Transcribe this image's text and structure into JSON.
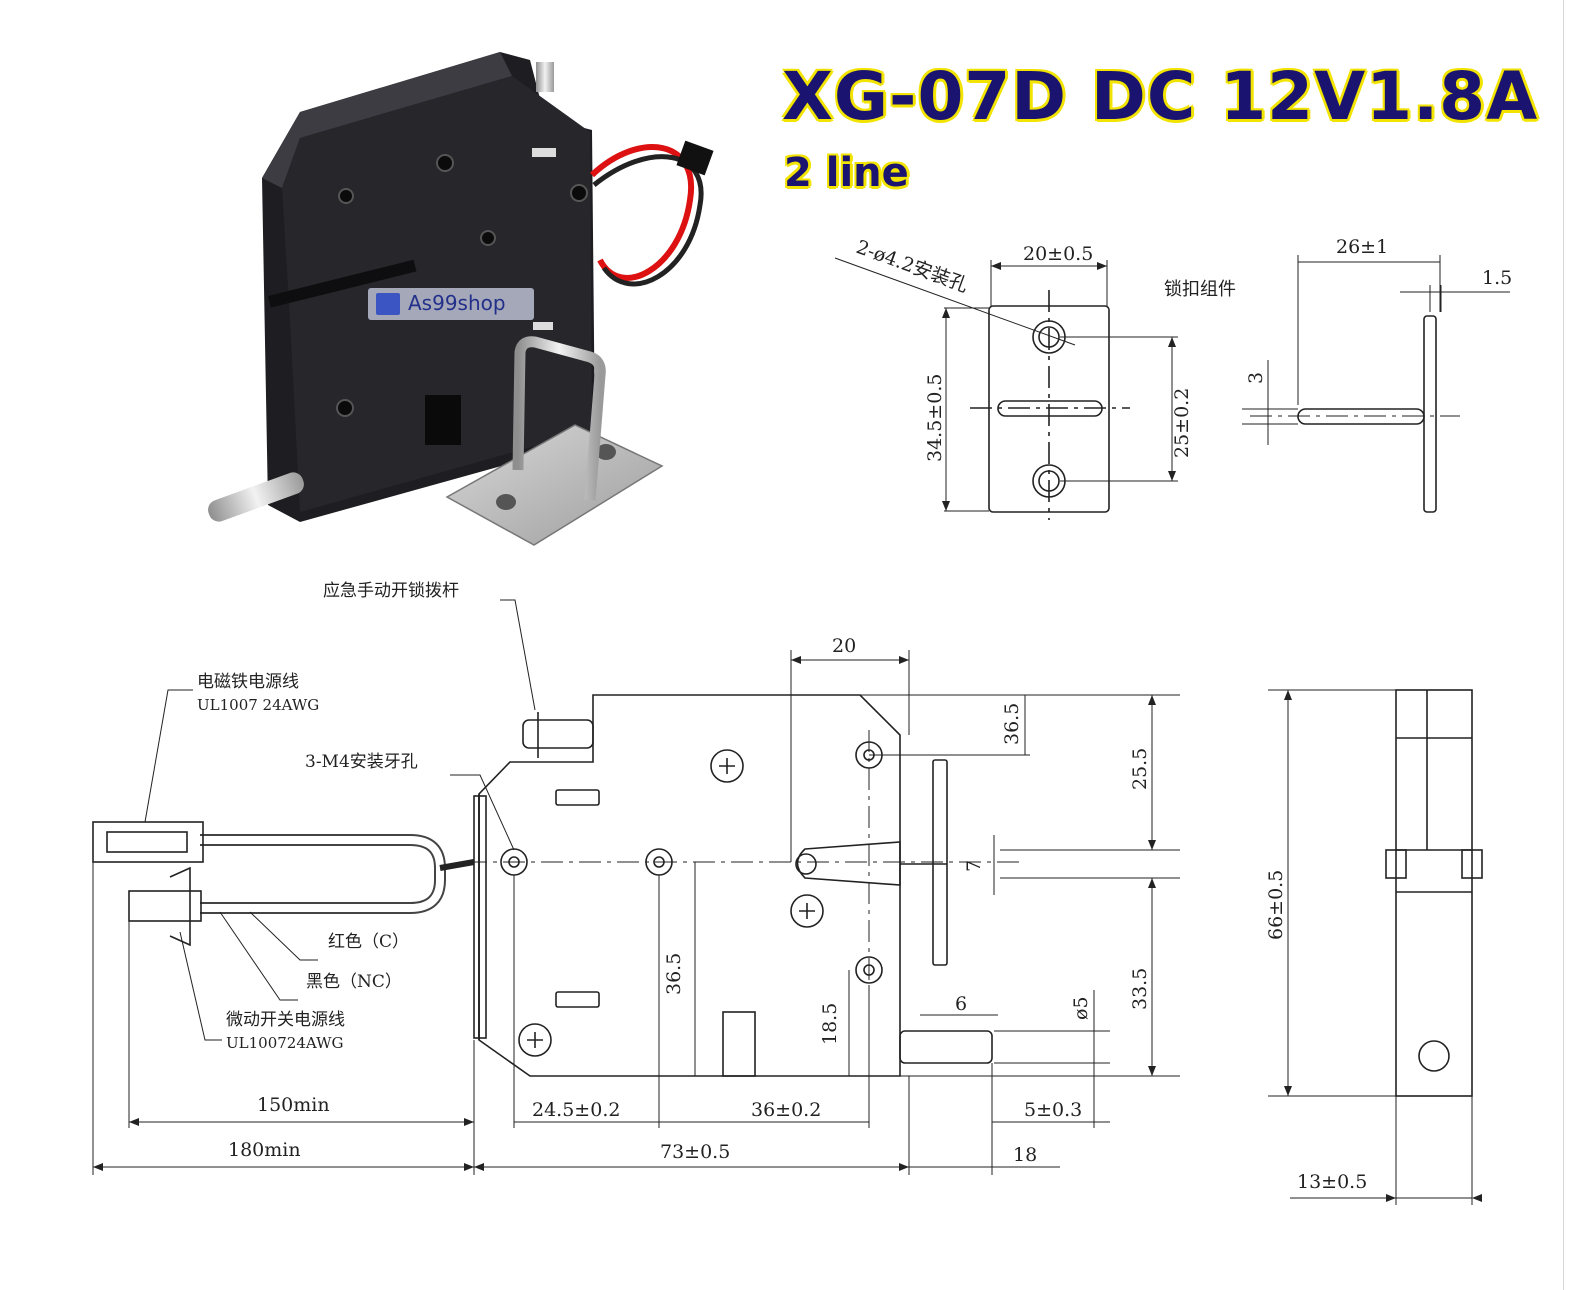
{
  "title": "XG-07D DC 12V1.8A",
  "subtitle": "2 line",
  "watermark": "As99shop",
  "bracket_drawing": {
    "hole_spec": "2-ø4.2安装孔",
    "width": "20±0.5",
    "height": "34.5±0.5",
    "hole_spacing": "25±0.2",
    "assembly_label": "锁扣组件",
    "side_width": "26±1",
    "plate_thickness": "1.5",
    "pin_diameter": "3"
  },
  "main_drawing": {
    "emergency_lever": "应急手动开锁拨杆",
    "magnet_wire": "电磁铁电源线",
    "magnet_wire_spec": "UL1007 24AWG",
    "thread_holes": "3-M4安装牙孔",
    "red_wire": "红色（C）",
    "black_wire": "黑色（NC）",
    "switch_wire": "微动开关电源线",
    "switch_wire_spec": "UL100724AWG",
    "dim_20": "20",
    "dim_36_5_top": "36.5",
    "dim_25_5": "25.5",
    "dim_7": "7",
    "dim_33_5": "33.5",
    "dim_36_5_mid": "36.5",
    "dim_18_5": "18.5",
    "dim_6": "6",
    "dim_phi5": "ø5",
    "dim_150": "150min",
    "dim_180": "180min",
    "dim_24_5": "24.5±0.2",
    "dim_36": "36±0.2",
    "dim_5": "5±0.3",
    "dim_73": "73±0.5",
    "dim_18": "18"
  },
  "side_drawing": {
    "height": "66±0.5",
    "width": "13±0.5"
  }
}
